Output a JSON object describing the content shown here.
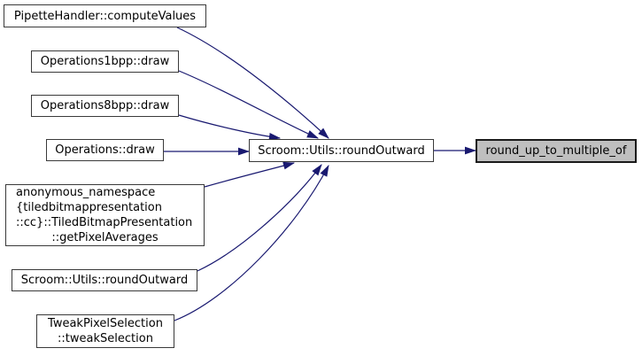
{
  "diagram": {
    "kind": "doxygen-caller-graph",
    "colors": {
      "background": "#ffffff",
      "edge": "#191970",
      "node_fill": "#ffffff",
      "node_border": "#3a3a3a",
      "highlight_fill": "#bfbfbf",
      "highlight_border": "#1a1a1a",
      "text": "#000000"
    },
    "nodes": {
      "pipette": {
        "label": "PipetteHandler::computeValues"
      },
      "ops1bpp": {
        "label": "Operations1bpp::draw"
      },
      "ops8bpp": {
        "label": "Operations8bpp::draw"
      },
      "ops": {
        "label": "Operations::draw"
      },
      "getPixelAverages": {
        "lines": [
          "anonymous_namespace",
          "{tiledbitmappresentation",
          "::cc}::TiledBitmapPresentation",
          "::getPixelAverages"
        ]
      },
      "roundOutwardCaller": {
        "label": "Scroom::Utils::roundOutward"
      },
      "tweak": {
        "lines": [
          "TweakPixelSelection",
          "::tweakSelection"
        ]
      },
      "roundOutward": {
        "label": "Scroom::Utils::roundOutward"
      },
      "target": {
        "label": "round_up_to_multiple_of",
        "highlighted": true
      }
    },
    "edges": [
      {
        "from": "pipette",
        "to": "roundOutward"
      },
      {
        "from": "ops1bpp",
        "to": "roundOutward"
      },
      {
        "from": "ops8bpp",
        "to": "roundOutward"
      },
      {
        "from": "ops",
        "to": "roundOutward"
      },
      {
        "from": "getPixelAverages",
        "to": "roundOutward"
      },
      {
        "from": "roundOutwardCaller",
        "to": "roundOutward"
      },
      {
        "from": "tweak",
        "to": "roundOutward"
      },
      {
        "from": "roundOutward",
        "to": "target"
      }
    ]
  }
}
